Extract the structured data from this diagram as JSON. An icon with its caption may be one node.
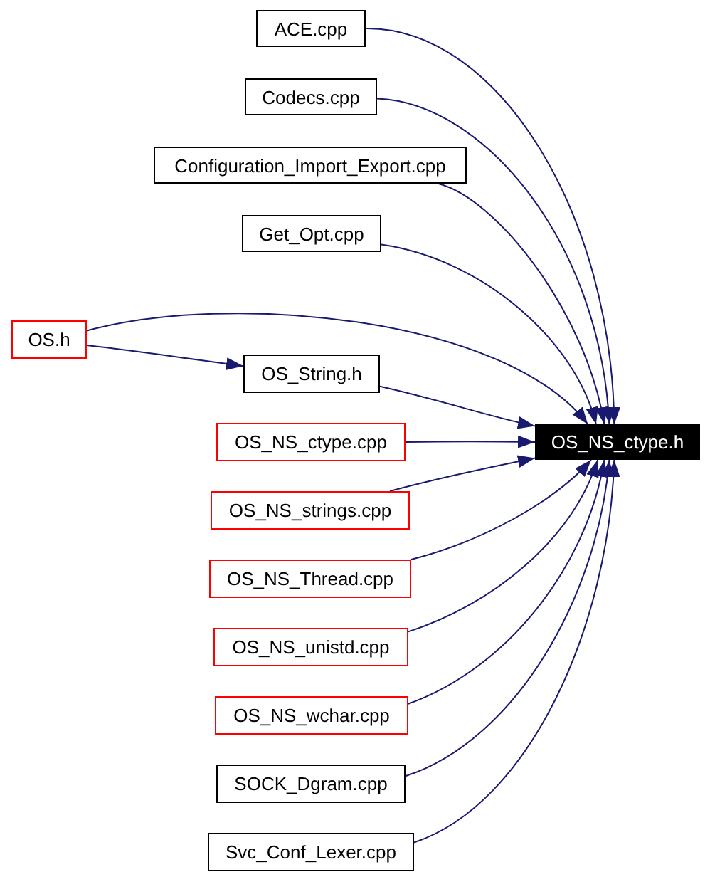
{
  "diagram": {
    "nodes": [
      {
        "text": [
          "ACE.cpp"
        ]
      },
      {
        "text": [
          "Codecs.cpp"
        ]
      },
      {
        "text": [
          "Configuration_Import_Export.cpp"
        ]
      },
      {
        "text": [
          "Get_Opt.cpp"
        ]
      },
      {
        "text": [
          "OS.h"
        ]
      },
      {
        "text": [
          "OS_String.h"
        ]
      },
      {
        "text": [
          "OS_NS_ctype.cpp"
        ]
      },
      {
        "text": [
          "OS_NS_ctype.h"
        ]
      },
      {
        "text": [
          "OS_NS_strings.cpp"
        ]
      },
      {
        "text": [
          "OS_NS_Thread.cpp"
        ]
      },
      {
        "text": [
          "OS_NS_unistd.cpp"
        ]
      },
      {
        "text": [
          "OS_NS_wchar.cpp"
        ]
      },
      {
        "text": [
          "SOCK_Dgram.cpp"
        ]
      },
      {
        "text": [
          "Svc_Conf_Lexer.cpp"
        ]
      }
    ],
    "edges": [
      {
        "from": 0,
        "to": 7,
        "arrow": "to"
      },
      {
        "from": 1,
        "to": 7,
        "arrow": "to"
      },
      {
        "from": 2,
        "to": 7,
        "arrow": "to"
      },
      {
        "from": 3,
        "to": 7,
        "arrow": "to"
      },
      {
        "from": 4,
        "to": 7,
        "arrow": "to"
      },
      {
        "from": 4,
        "to": 5,
        "arrow": "to"
      },
      {
        "from": 5,
        "to": 7,
        "arrow": "to"
      },
      {
        "from": 6,
        "to": 7,
        "arrow": "to"
      },
      {
        "from": 8,
        "to": 7,
        "arrow": "to"
      },
      {
        "from": 9,
        "to": 7,
        "arrow": "to"
      },
      {
        "from": 10,
        "to": 7,
        "arrow": "to"
      },
      {
        "from": 11,
        "to": 7,
        "arrow": "to"
      },
      {
        "from": 12,
        "to": 7,
        "arrow": "to"
      },
      {
        "from": 13,
        "to": 7,
        "arrow": "to"
      }
    ]
  }
}
